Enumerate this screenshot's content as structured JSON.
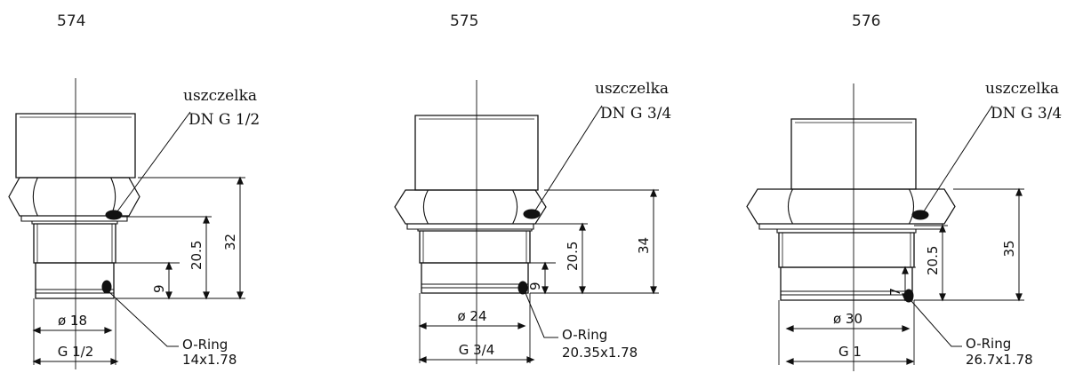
{
  "diagram": {
    "line_color": "#111111",
    "units": [
      {
        "model": "574",
        "seal": {
          "word": "uszczelka",
          "size": "DN G 1/2"
        },
        "dims": {
          "total_height": "32",
          "thread_height": "20.5",
          "tip_height": "9"
        },
        "diameter": "ø 18",
        "thread": "G 1/2",
        "oring": {
          "label": "O-Ring",
          "size": "14x1.78"
        }
      },
      {
        "model": "575",
        "seal": {
          "word": "uszczelka",
          "size": "DN G 3/4"
        },
        "dims": {
          "total_height": "34",
          "thread_height": "20.5",
          "tip_height": "9"
        },
        "diameter": "ø 24",
        "thread": "G 3/4",
        "oring": {
          "label": "O-Ring",
          "size": "20.35x1.78"
        }
      },
      {
        "model": "576",
        "seal": {
          "word": "uszczelka",
          "size": "DN G 3/4"
        },
        "dims": {
          "total_height": "35",
          "thread_height": "20.5",
          "tip_height": "7"
        },
        "diameter": "ø 30",
        "thread": "G 1",
        "oring": {
          "label": "O-Ring",
          "size": "26.7x1.78"
        }
      }
    ]
  }
}
